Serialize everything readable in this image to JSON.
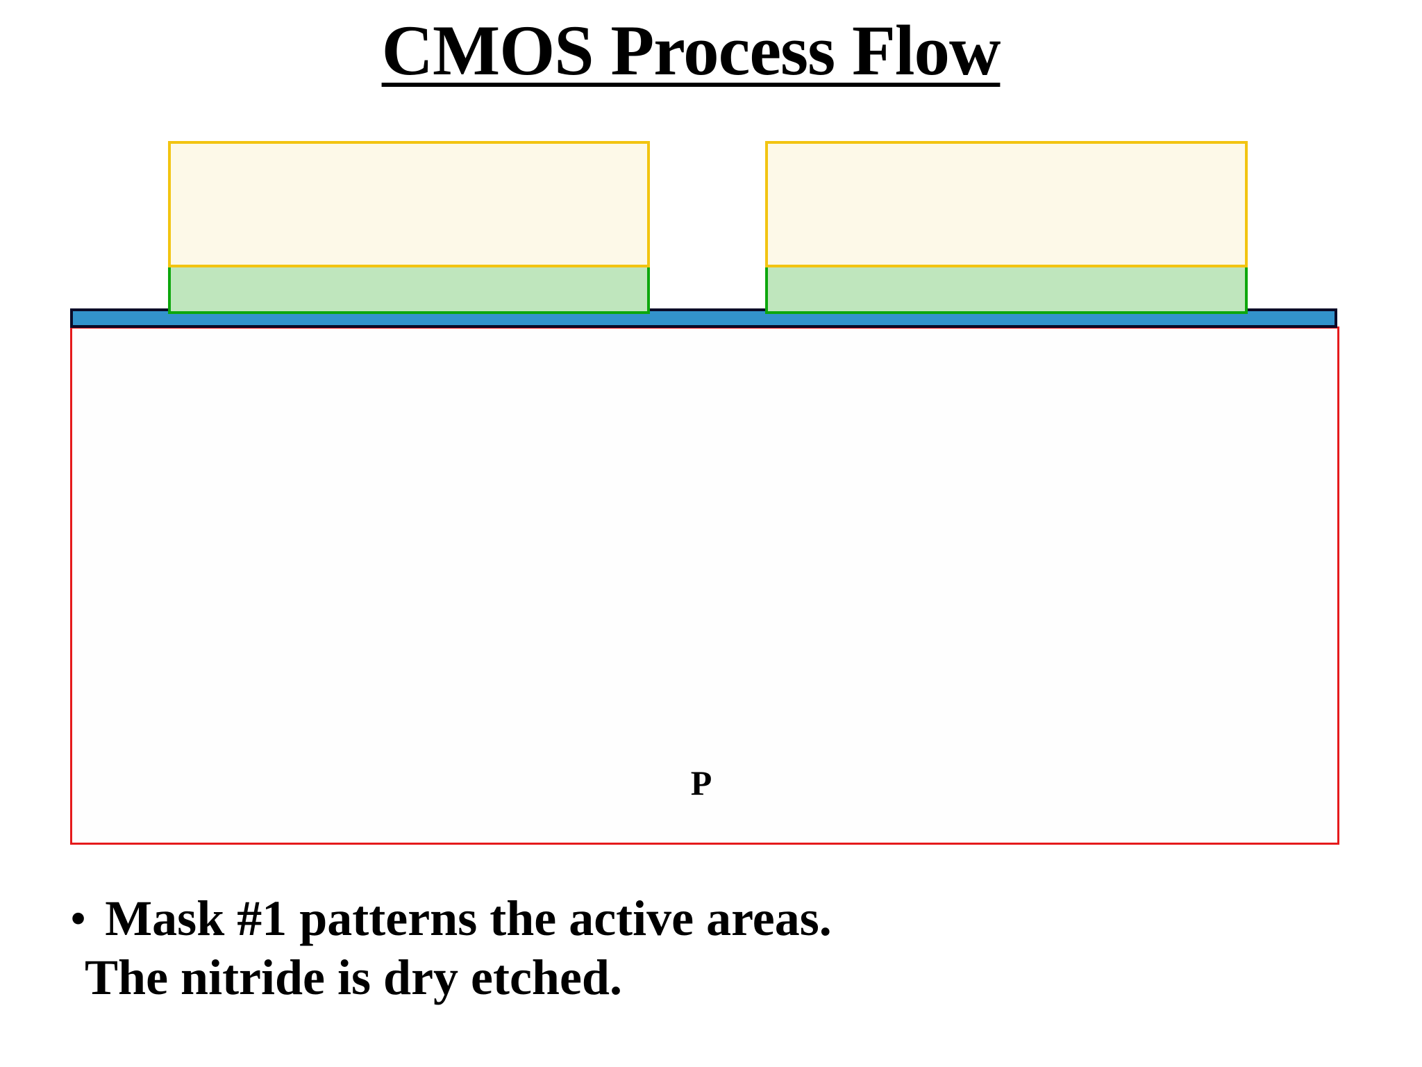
{
  "slide": {
    "title": "CMOS Process Flow",
    "notes": {
      "bullet": "•",
      "line1": "Mask #1 patterns the active areas.",
      "line2": "The nitride is dry etched."
    }
  },
  "diagram": {
    "substrate_label": "P",
    "colors": {
      "photoresist_fill": "#FDF9E8",
      "photoresist_border": "#F2C411",
      "nitride_fill": "#BFE6BD",
      "nitride_border": "#0DA70D",
      "oxide_fill": "#3393CC",
      "oxide_border": "#0B0B28",
      "substrate_fill": "#FEFEFE",
      "substrate_border": "#E51A1C"
    }
  }
}
